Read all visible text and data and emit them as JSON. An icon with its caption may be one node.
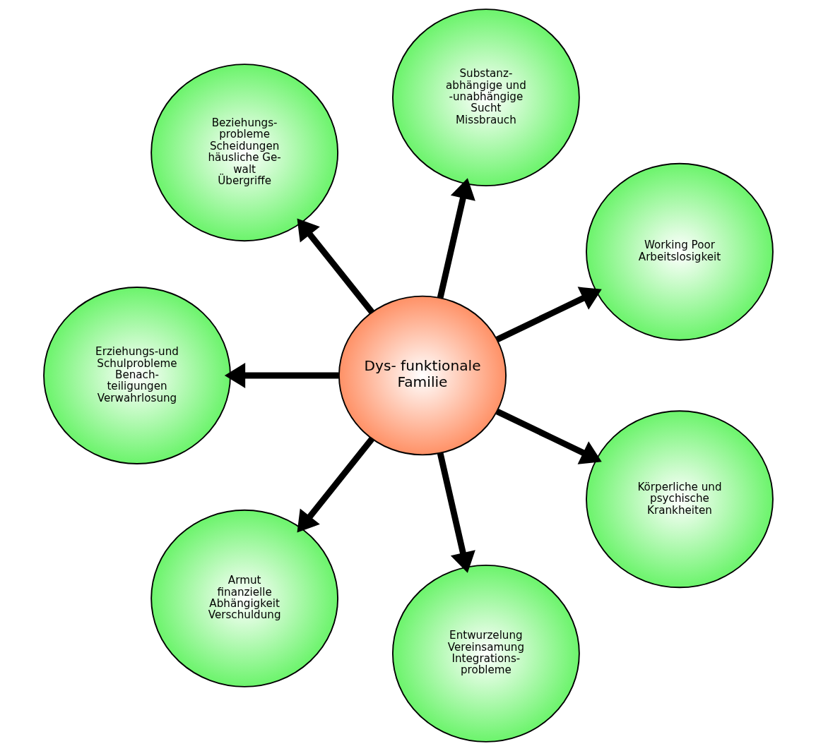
{
  "diagram": {
    "nodes": [
      {
        "text": [
          "Dys- funktionale Familie"
        ]
      },
      {
        "text": [
          "Working Poor",
          "Arbeitslosigkeit"
        ]
      },
      {
        "text": [
          "Substanz- abhängige und -unabhängige Sucht",
          "Missbrauch"
        ]
      },
      {
        "text": [
          "Beziehungs- probleme",
          "Scheidungen",
          "häusliche Ge- walt",
          "Übergriffe"
        ]
      },
      {
        "text": [
          "Erziehungs-und Schulprobleme",
          "Benach- teiligungen",
          "Verwahrlosung"
        ]
      },
      {
        "text": [
          "Armut",
          "finanzielle Abhängigkeit",
          "Verschuldung"
        ]
      },
      {
        "text": [
          "Entwurzelung",
          "Vereinsamung",
          "Integrations- probleme"
        ]
      },
      {
        "text": [
          "Körperliche und psychische Krankheiten"
        ]
      }
    ],
    "edges": [
      {
        "from": 0,
        "to": 1,
        "arrow": "to"
      },
      {
        "from": 0,
        "to": 2,
        "arrow": "to"
      },
      {
        "from": 0,
        "to": 3,
        "arrow": "to"
      },
      {
        "from": 0,
        "to": 4,
        "arrow": "to"
      },
      {
        "from": 0,
        "to": 5,
        "arrow": "to"
      },
      {
        "from": 0,
        "to": 6,
        "arrow": "to"
      },
      {
        "from": 0,
        "to": 7,
        "arrow": "to"
      }
    ]
  }
}
